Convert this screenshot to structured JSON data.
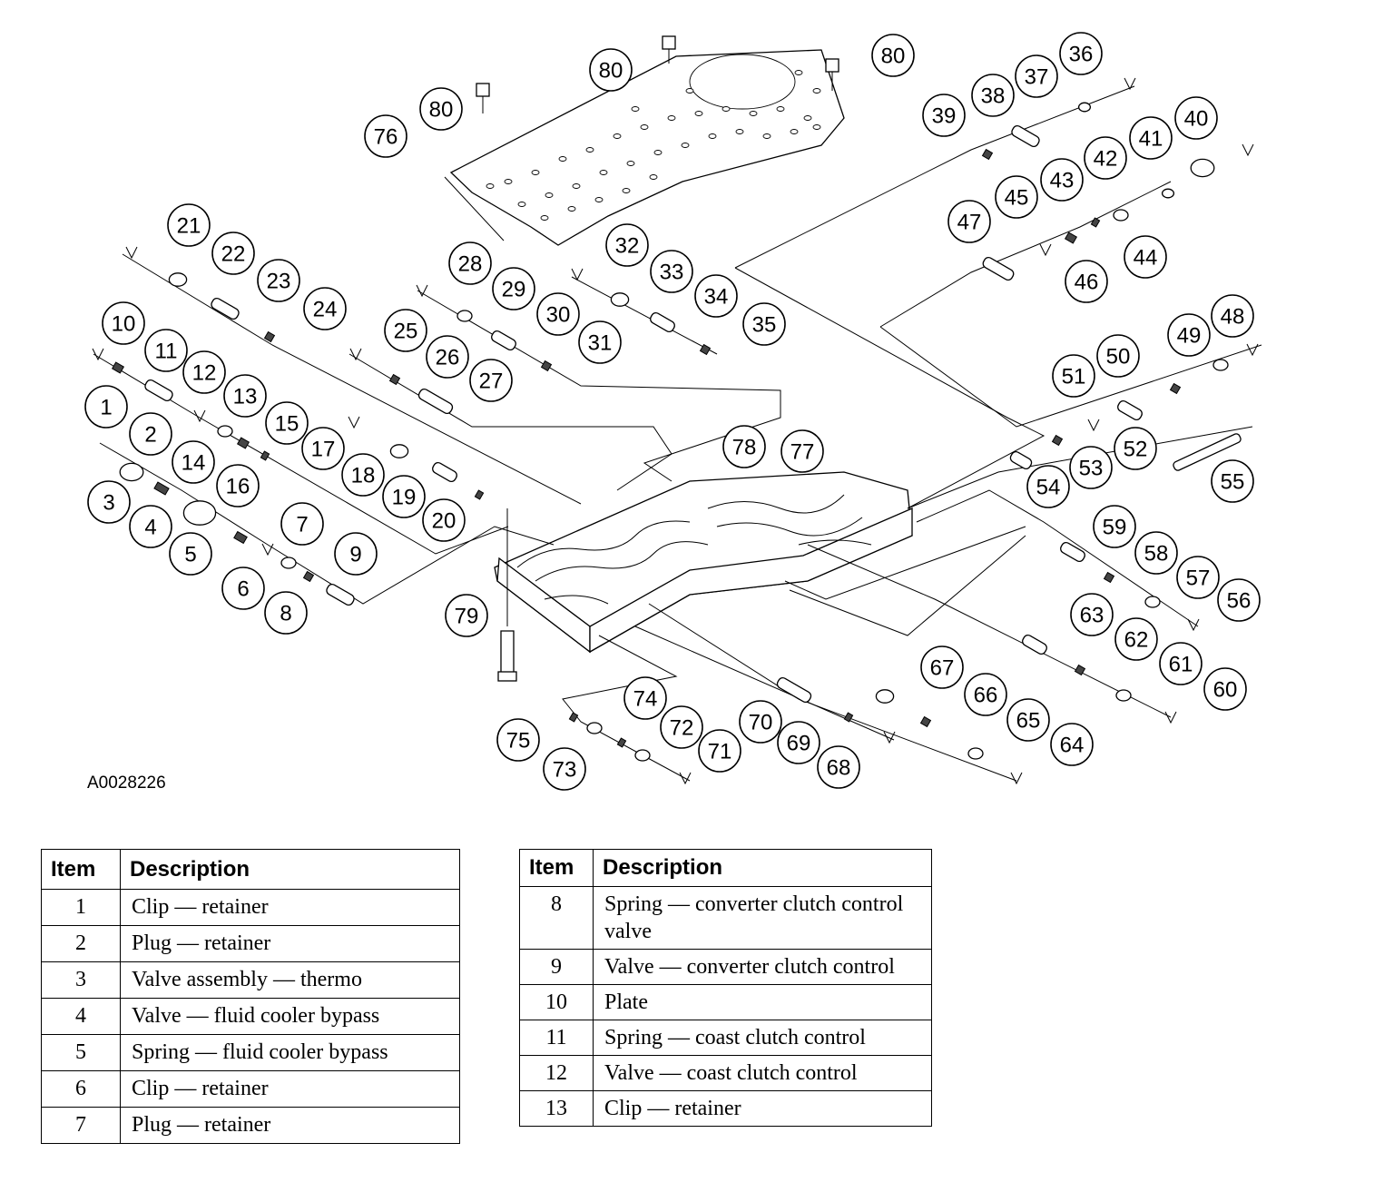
{
  "figure_code": "A0028226",
  "callouts": [
    "1",
    "2",
    "3",
    "4",
    "5",
    "6",
    "7",
    "8",
    "9",
    "10",
    "11",
    "12",
    "13",
    "14",
    "15",
    "16",
    "17",
    "18",
    "19",
    "20",
    "21",
    "22",
    "23",
    "24",
    "25",
    "26",
    "27",
    "28",
    "29",
    "30",
    "31",
    "32",
    "33",
    "34",
    "35",
    "36",
    "37",
    "38",
    "39",
    "40",
    "41",
    "42",
    "43",
    "44",
    "45",
    "46",
    "47",
    "48",
    "49",
    "50",
    "51",
    "52",
    "53",
    "54",
    "55",
    "56",
    "57",
    "58",
    "59",
    "60",
    "61",
    "62",
    "63",
    "64",
    "65",
    "66",
    "67",
    "68",
    "69",
    "70",
    "71",
    "72",
    "73",
    "74",
    "75",
    "76",
    "77",
    "78",
    "79",
    "80",
    "80",
    "80"
  ],
  "legend_left": {
    "headers": [
      "Item",
      "Description"
    ],
    "rows": [
      [
        "1",
        "Clip — retainer"
      ],
      [
        "2",
        "Plug — retainer"
      ],
      [
        "3",
        "Valve assembly — thermo"
      ],
      [
        "4",
        "Valve — fluid cooler bypass"
      ],
      [
        "5",
        "Spring — fluid cooler bypass"
      ],
      [
        "6",
        "Clip — retainer"
      ],
      [
        "7",
        "Plug — retainer"
      ]
    ]
  },
  "legend_right": {
    "headers": [
      "Item",
      "Description"
    ],
    "rows": [
      [
        "8",
        "Spring — converter clutch control valve"
      ],
      [
        "9",
        "Valve — converter clutch control"
      ],
      [
        "10",
        "Plate"
      ],
      [
        "11",
        "Spring — coast clutch control"
      ],
      [
        "12",
        "Valve — coast clutch control"
      ],
      [
        "13",
        "Clip — retainer"
      ]
    ]
  }
}
